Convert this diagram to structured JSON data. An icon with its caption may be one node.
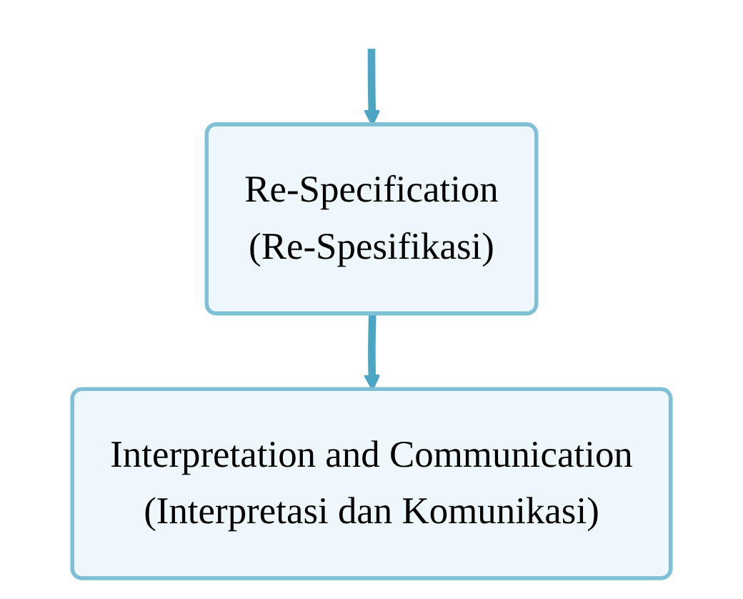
{
  "diagram": {
    "nodes": [
      {
        "text": [
          "Re-Specification",
          "(Re-Spesifikasi)"
        ]
      },
      {
        "text": [
          "Interpretation and Communication",
          "(Interpretasi dan Komunikasi)"
        ]
      }
    ],
    "edges": [
      {
        "from": null,
        "to": 0,
        "arrow": "to"
      },
      {
        "from": 0,
        "to": 1,
        "arrow": "to"
      }
    ]
  }
}
